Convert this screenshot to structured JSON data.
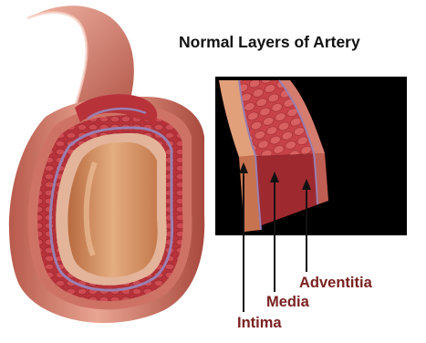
{
  "title": "Normal Layers of Artery",
  "labels": {
    "adventitia": "Adventitia",
    "media": "Media",
    "intima": "Intima"
  },
  "colors": {
    "label": "#7a2020",
    "title": "#111111",
    "intima": "#d59a6e",
    "media": "#b8323a",
    "adventitia": "#cf7266",
    "elastic_band": "#9b7fb1",
    "background_inset": "#000000"
  }
}
